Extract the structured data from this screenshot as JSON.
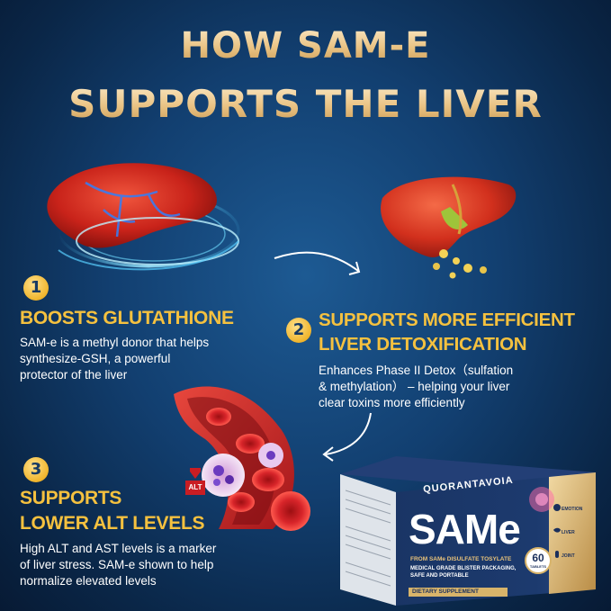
{
  "title": {
    "line1": "HOW SAM-E",
    "line2": "SUPPORTS THE LIVER"
  },
  "benefits": [
    {
      "number": "1",
      "heading": "BOOSTS GLUTATHIONE",
      "body_lines": [
        "SAM-e is a methyl donor that helps",
        "synthesize-GSH, a powerful",
        "protector of the liver"
      ]
    },
    {
      "number": "2",
      "heading_lines": [
        "SUPPORTS MORE EFFICIENT",
        "LIVER DETOXIFICATION"
      ],
      "body_lines": [
        "Enhances Phase II Detox（sulfation",
        "& methylation） – helping your liver",
        "clear toxins more efficiently"
      ]
    },
    {
      "number": "3",
      "heading_lines": [
        "SUPPORTS",
        "LOWER ALT LEVELS"
      ],
      "body_lines": [
        "High ALT and AST levels is a marker",
        "of liver stress. SAM-e shown to help",
        "normalize elevated levels"
      ]
    }
  ],
  "alt_badge": "ALT",
  "product": {
    "brand": "QUORANTAVOIA",
    "name": "SAMe",
    "subtitle": "FROM SAMe DISULFATE TOSYLATE",
    "line2": "MEDICAL GRADE BLISTER PACKAGING,",
    "line3": "SAFE AND PORTABLE",
    "bottom_label": "DIETARY SUPPLEMENT",
    "count": "60",
    "count_unit": "TABLETS",
    "side_labels": [
      "EMOTION",
      "LIVER",
      "JOINT"
    ]
  },
  "colors": {
    "accent_gold": "#f5c13f",
    "background": "#123f70",
    "box_navy": "#17305e",
    "box_gold": "#d8b46a"
  }
}
